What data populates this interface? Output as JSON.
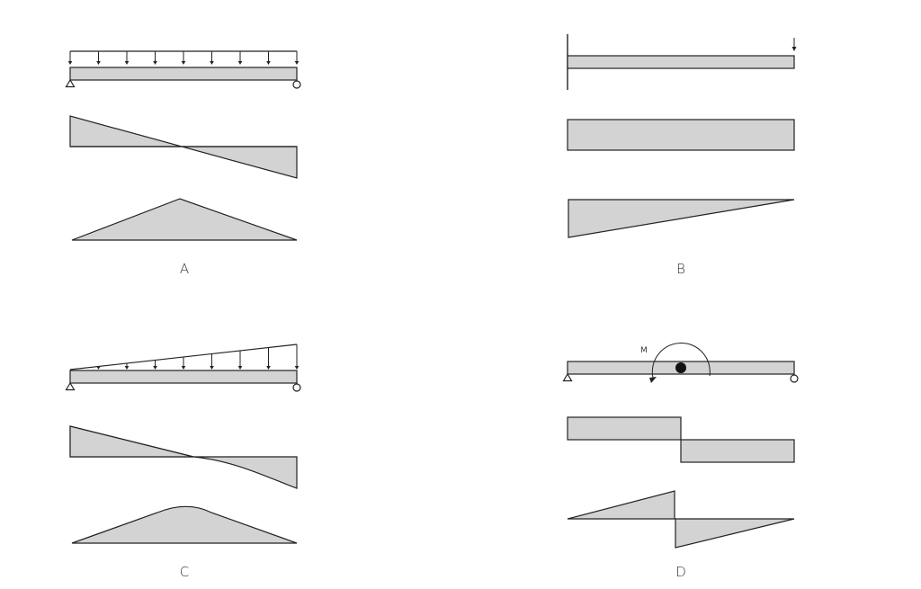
{
  "colors": {
    "fill": "#d3d3d3",
    "stroke": "#222222",
    "background": "#ffffff"
  },
  "panels": [
    {
      "id": "A",
      "caption": "A",
      "load": "uniformly-distributed",
      "support": "pin-and-roller"
    },
    {
      "id": "B",
      "caption": "B",
      "load": "point-load-at-free-end",
      "support": "cantilever"
    },
    {
      "id": "C",
      "caption": "C",
      "load": "linearly-varying-distributed",
      "support": "pin-and-roller"
    },
    {
      "id": "D",
      "caption": "D",
      "load": "applied-moment-at-midspan",
      "support": "pin-and-roller",
      "moment_label": "M"
    }
  ]
}
